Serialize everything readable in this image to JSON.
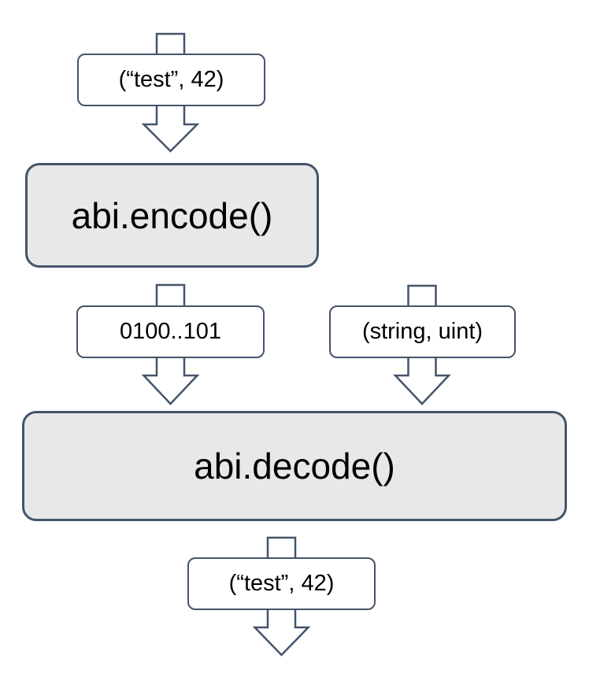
{
  "nodes": {
    "input_tuple": "(“test”, 42)",
    "encode": "abi.encode()",
    "encoded_bytes": "0100..101",
    "types_tuple": "(string, uint)",
    "decode": "abi.decode()",
    "output_tuple": "(“test”, 42)"
  },
  "colors": {
    "stroke": "#44546A",
    "process_fill": "#E8E8E8",
    "label_fill": "#FFFFFF",
    "text_color": "#000000"
  }
}
